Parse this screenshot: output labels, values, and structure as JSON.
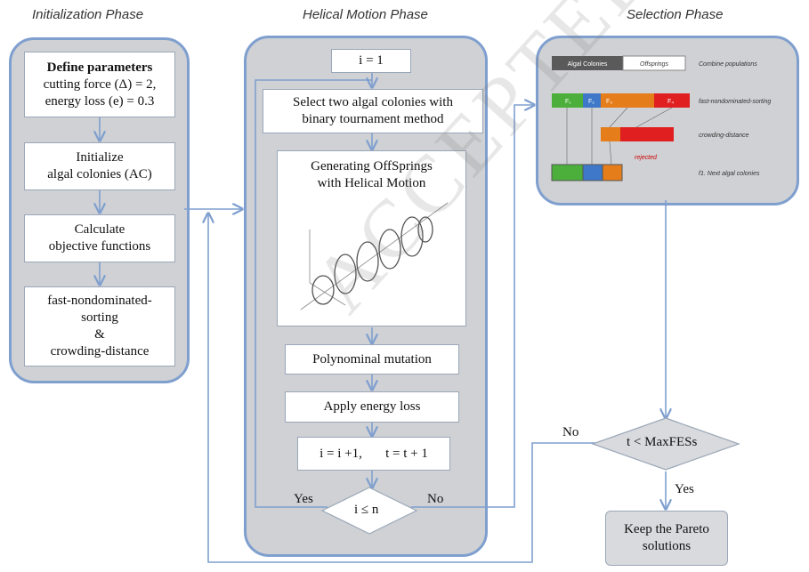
{
  "phases": {
    "initialization": "Initialization Phase",
    "helical": "Helical Motion Phase",
    "selection": "Selection Phase"
  },
  "init_boxes": {
    "define_params_title": "Define parameters",
    "define_params_line2": "cutting force (Δ) = 2,",
    "define_params_line3": "energy loss (e) = 0.3",
    "initialize_line1": "Initialize",
    "initialize_line2": "algal colonies (AC)",
    "calculate_line1": "Calculate",
    "calculate_line2": "objective functions",
    "sorting_line1": "fast-nondominated-",
    "sorting_line2": "sorting",
    "sorting_line3": "&",
    "sorting_line4": "crowding-distance"
  },
  "helical_boxes": {
    "init_i": "i = 1",
    "select_line1": "Select two algal colonies with",
    "select_line2": "binary tournament method",
    "generate_line1": "Generating OffSprings",
    "generate_line2": "with Helical Motion",
    "mutation": "Polynominal mutation",
    "energy_loss": "Apply energy loss",
    "increment": "i = i +1,       t = t + 1",
    "condition": "i ≤ n",
    "yes": "Yes",
    "no": "No"
  },
  "selection_panel": {
    "algal_colonies": "Algal Colonies",
    "offsprings": "Offsprings",
    "combine": "Combine populations",
    "fast_sorting": "fast-nondominated-sorting",
    "crowding": "crowding-distance",
    "rejected": "rejected",
    "next": "f1. Next algal colonies",
    "f1": "F₁",
    "f2": "F₂",
    "f3": "F₃",
    "f4": "F₄"
  },
  "decision": {
    "condition": "t < MaxFESs",
    "no": "No",
    "yes": "Yes",
    "keep_line1": "Keep the Pareto",
    "keep_line2": "solutions"
  },
  "watermark": "ACCEPTED MANUSCRIPT",
  "colors": {
    "panel_border": "#7f9fcf",
    "panel_fill": "#cfd1d4",
    "arrow": "#7f9fcf",
    "green": "#4caf3c",
    "blue": "#3f78c8",
    "orange": "#e57d1a",
    "red": "#e02020",
    "dark_bar": "#5a5a5a"
  }
}
